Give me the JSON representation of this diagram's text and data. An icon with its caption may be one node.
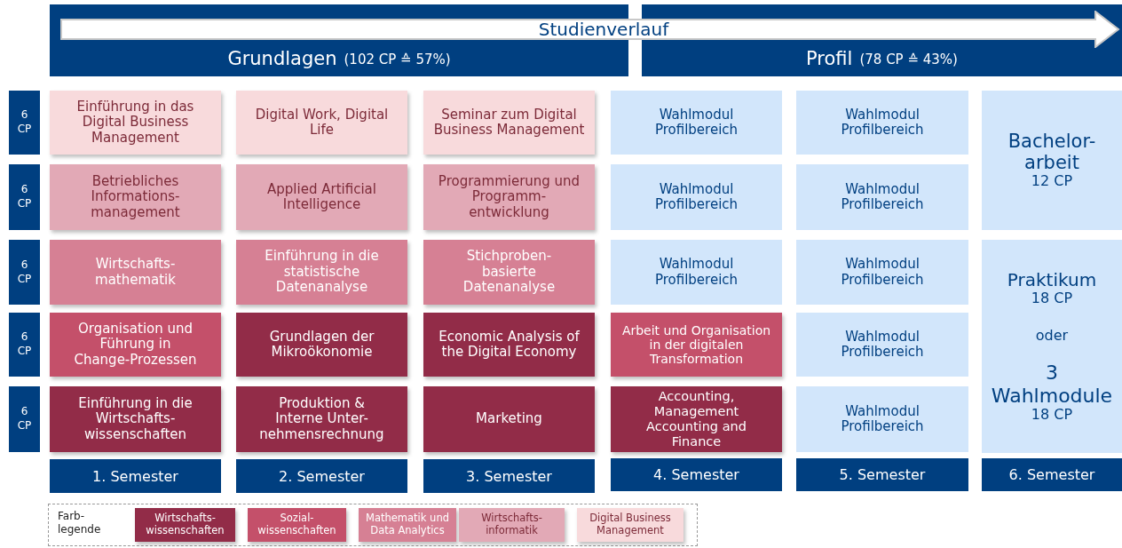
{
  "diagram": {
    "nodes": [
      {
        "text": [
          "Studienverlauf"
        ]
      },
      {
        "text": [
          "Grundlagen",
          "(102 CP ≙ 57%)"
        ]
      },
      {
        "text": [
          "Profil",
          "(78 CP ≙ 43%)"
        ]
      },
      {
        "text": [
          "6 CP"
        ]
      },
      {
        "text": [
          "Einführung in das Digital Business Management"
        ]
      },
      {
        "text": [
          "Digital Work, Digital Life"
        ]
      },
      {
        "text": [
          "Seminar zum Digital Business Management"
        ]
      },
      {
        "text": [
          "Wahlmodul Profilbereich"
        ]
      },
      {
        "text": [
          "Wahlmodul Profilbereich"
        ]
      },
      {
        "text": [
          "Bachelor- arbeit",
          "12 CP"
        ]
      },
      {
        "text": [
          "6 CP"
        ]
      },
      {
        "text": [
          "Betriebliches Informations- management"
        ]
      },
      {
        "text": [
          "Applied Artificial Intelligence"
        ]
      },
      {
        "text": [
          "Programmierung und Programm- entwicklung"
        ]
      },
      {
        "text": [
          "Wahlmodul Profilbereich"
        ]
      },
      {
        "text": [
          "Wahlmodul Profilbereich"
        ]
      },
      {
        "text": [
          "6 CP"
        ]
      },
      {
        "text": [
          "Wirtschafts- mathematik"
        ]
      },
      {
        "text": [
          "Einführung in die statistische Datenanalyse"
        ]
      },
      {
        "text": [
          "Stichproben- basierte Datenanalyse"
        ]
      },
      {
        "text": [
          "Wahlmodul Profilbereich"
        ]
      },
      {
        "text": [
          "Wahlmodul Profilbereich"
        ]
      },
      {
        "text": [
          "Praktikum",
          "18 CP",
          "oder",
          "3 Wahlmodule",
          "18 CP"
        ]
      },
      {
        "text": [
          "6 CP"
        ]
      },
      {
        "text": [
          "Organisation und Führung in Change-Prozessen"
        ]
      },
      {
        "text": [
          "Grundlagen der Mikroökonomie"
        ]
      },
      {
        "text": [
          "Economic Analysis of the Digital Economy"
        ]
      },
      {
        "text": [
          "Arbeit und Organisation in der digitalen Transformation"
        ]
      },
      {
        "text": [
          "Wahlmodul Profilbereich"
        ]
      },
      {
        "text": [
          "6 CP"
        ]
      },
      {
        "text": [
          "Einführung in die Wirtschafts- wissenschaften"
        ]
      },
      {
        "text": [
          "Produktion & Interne Unter- nehmensrechnung"
        ]
      },
      {
        "text": [
          "Marketing"
        ]
      },
      {
        "text": [
          "Accounting, Management Accounting and Finance"
        ]
      },
      {
        "text": [
          "Wahlmodul Profilbereich"
        ]
      },
      {
        "text": [
          "1. Semester"
        ]
      },
      {
        "text": [
          "2. Semester"
        ]
      },
      {
        "text": [
          "3. Semester"
        ]
      },
      {
        "text": [
          "4. Semester"
        ]
      },
      {
        "text": [
          "5. Semester"
        ]
      },
      {
        "text": [
          "6. Semester"
        ]
      }
    ],
    "labels": [
      "Farb- legende"
    ],
    "legend": [
      {
        "text": "Wirtschafts- wissenschaften",
        "color": "#922c48"
      },
      {
        "text": "Sozial- wissenschaften",
        "color": "#c4506a"
      },
      {
        "text": "Mathematik und Data Analytics",
        "color": "#d68094"
      },
      {
        "text": "Wirtschafts- informatik",
        "color": "#e2a9b6"
      },
      {
        "text": "Digital Business Management",
        "color": "#f8dadc"
      }
    ]
  }
}
